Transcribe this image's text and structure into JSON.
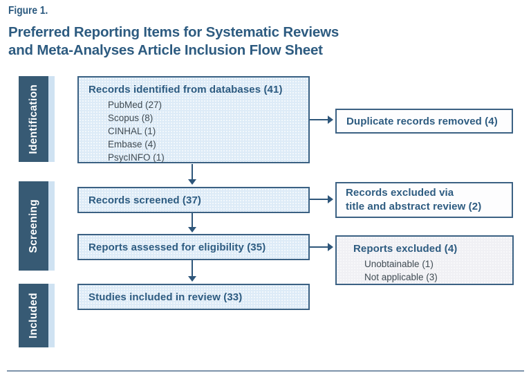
{
  "figure": {
    "label": "Figure 1.",
    "title_line1": "Preferred Reporting Items for Systematic Reviews",
    "title_line2": "and Meta-Analyses Article Inclusion Flow Sheet"
  },
  "stages": [
    {
      "label": "Identification"
    },
    {
      "label": "Screening"
    },
    {
      "label": "Included"
    }
  ],
  "boxes": {
    "identified": {
      "title": "Records identified from databases (41)",
      "items": [
        "PubMed (27)",
        "Scopus (8)",
        "CINHAL (1)",
        "Embase (4)",
        "PsycINFO (1)"
      ]
    },
    "duplicates": {
      "title": "Duplicate records removed (4)"
    },
    "screened": {
      "title": "Records screened (37)"
    },
    "excluded_screening": {
      "line1": "Records excluded via",
      "line2": "title and abstract review (2)"
    },
    "assessed": {
      "title": "Reports assessed for eligibility (35)"
    },
    "excluded_reports": {
      "title": "Reports excluded (4)",
      "items": [
        "Unobtainable (1)",
        "Not applicable (3)"
      ]
    },
    "included": {
      "title": "Studies included in review (33)"
    }
  },
  "colors": {
    "heading": "#2d5b80",
    "box_border": "#3b6183",
    "box_fill": "#ddebf7",
    "sidebar_fill": "#375a74",
    "sidebar_strip": "#cfe2f2",
    "arrow": "#2e567a",
    "subtext": "#3f4a52",
    "divider": "#7d93aa",
    "excluded_fill": "#f0f0f4",
    "white_fill": "#fdfdfe"
  }
}
